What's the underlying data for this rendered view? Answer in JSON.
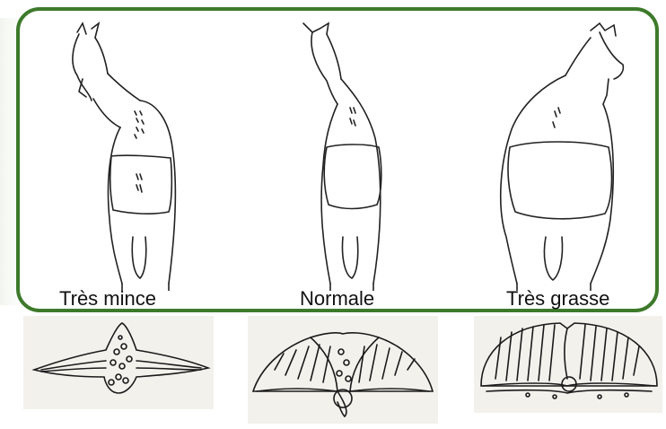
{
  "figure": {
    "panels": [
      {
        "label": "Très mince",
        "key": "thin"
      },
      {
        "label": "Normale",
        "key": "normal"
      },
      {
        "label": "Très grasse",
        "key": "fat"
      }
    ],
    "frame_color": "#3d7a2b"
  }
}
